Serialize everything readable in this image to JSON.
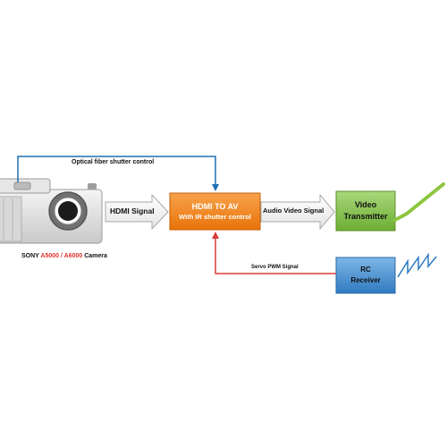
{
  "labels": {
    "optical": "Optical fiber shutter control",
    "hdmi_signal": "HDMI Signal",
    "audio_video": "Audio Video Signal",
    "servo": "Servo PWM Signal"
  },
  "camera": {
    "brand": "SONY",
    "model_a": "A5000",
    "separator": "/",
    "model_b": "A6000",
    "suffix": "Camera"
  },
  "converter": {
    "line1": "HDMI TO AV",
    "line2": "With IR shutter control"
  },
  "transmitter": {
    "line1": "Video",
    "line2": "Transmitter"
  },
  "receiver": {
    "line1": "RC",
    "line2": "Receiver"
  },
  "colors": {
    "converter": "#f2820f",
    "transmitter": "#7fbf3f",
    "receiver": "#3d86c6",
    "optical_line": "#1f6fb2",
    "servo_line": "#d93a3a",
    "model_text": "#e2342b"
  },
  "icons": [
    "camera-icon",
    "antenna-icon",
    "radio-wave-icon"
  ]
}
